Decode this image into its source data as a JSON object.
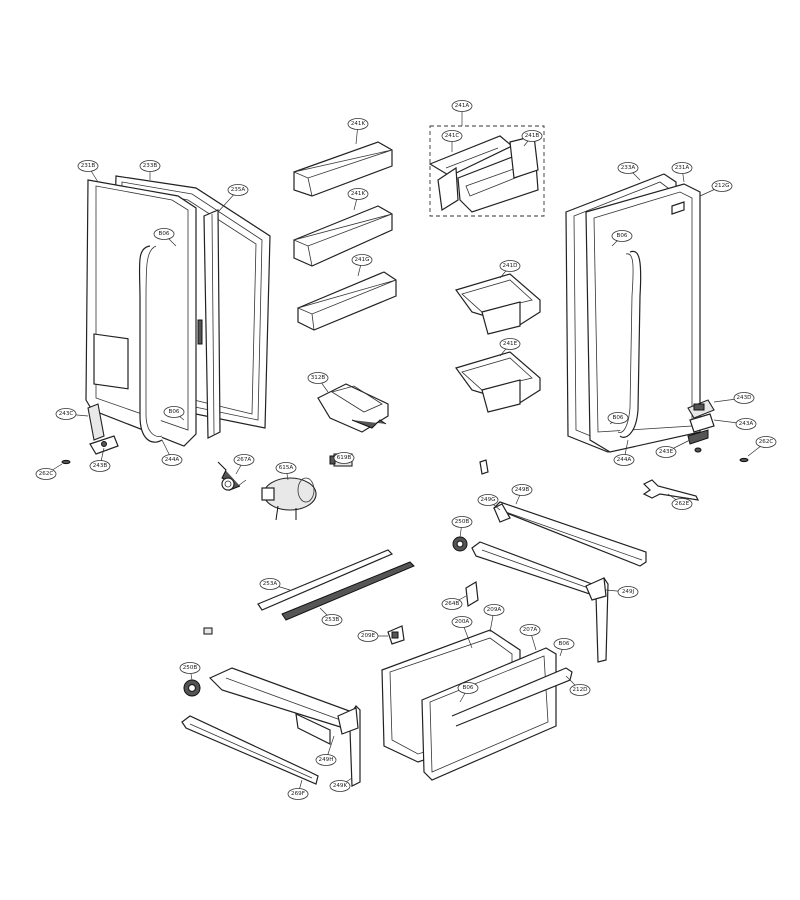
{
  "callouts": [
    {
      "id": "231B"
    },
    {
      "id": "233B"
    },
    {
      "id": "235A"
    },
    {
      "id": "B06a",
      "label": "B06"
    },
    {
      "id": "B06b",
      "label": "B06"
    },
    {
      "id": "243C"
    },
    {
      "id": "243B"
    },
    {
      "id": "262C"
    },
    {
      "id": "244A"
    },
    {
      "id": "267A"
    },
    {
      "id": "241K1",
      "label": "241K"
    },
    {
      "id": "241K2",
      "label": "241K"
    },
    {
      "id": "241G"
    },
    {
      "id": "241A"
    },
    {
      "id": "241C"
    },
    {
      "id": "241B"
    },
    {
      "id": "241D"
    },
    {
      "id": "241E"
    },
    {
      "id": "312B"
    },
    {
      "id": "615A"
    },
    {
      "id": "619B"
    },
    {
      "id": "233A"
    },
    {
      "id": "231A"
    },
    {
      "id": "212G"
    },
    {
      "id": "B06c",
      "label": "B06"
    },
    {
      "id": "B06d",
      "label": "B06"
    },
    {
      "id": "243D"
    },
    {
      "id": "243A"
    },
    {
      "id": "243E"
    },
    {
      "id": "262Cb",
      "label": "262C"
    },
    {
      "id": "244Ab",
      "label": "244A"
    },
    {
      "id": "262E"
    },
    {
      "id": "249G"
    },
    {
      "id": "249B"
    },
    {
      "id": "250B"
    },
    {
      "id": "249J"
    },
    {
      "id": "253A"
    },
    {
      "id": "253B"
    },
    {
      "id": "264B"
    },
    {
      "id": "209A"
    },
    {
      "id": "200A"
    },
    {
      "id": "207A"
    },
    {
      "id": "B06e",
      "label": "B06"
    },
    {
      "id": "B06f",
      "label": "B06"
    },
    {
      "id": "212D"
    },
    {
      "id": "209E"
    },
    {
      "id": "250Bb",
      "label": "250B"
    },
    {
      "id": "249H"
    },
    {
      "id": "249K"
    },
    {
      "id": "269F"
    }
  ]
}
